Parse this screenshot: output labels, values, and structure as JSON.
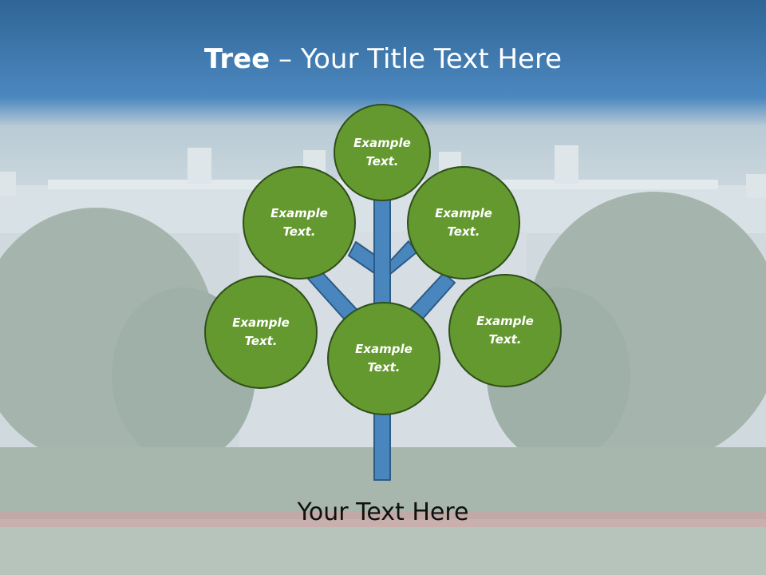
{
  "title": {
    "bold": "Tree",
    "rest": " – Your Title Text Here"
  },
  "circles": {
    "top": "Example Text.",
    "upper_left": "Example Text.",
    "upper_right": "Example Text.",
    "mid_left": "Example Text.",
    "mid_right": "Example Text.",
    "center": "Example Text."
  },
  "caption": "Your Text Here",
  "colors": {
    "header": "#3a78b1",
    "leaf": "#64992f",
    "leaf_border": "#2f4f1a",
    "trunk": "#4a86be"
  }
}
